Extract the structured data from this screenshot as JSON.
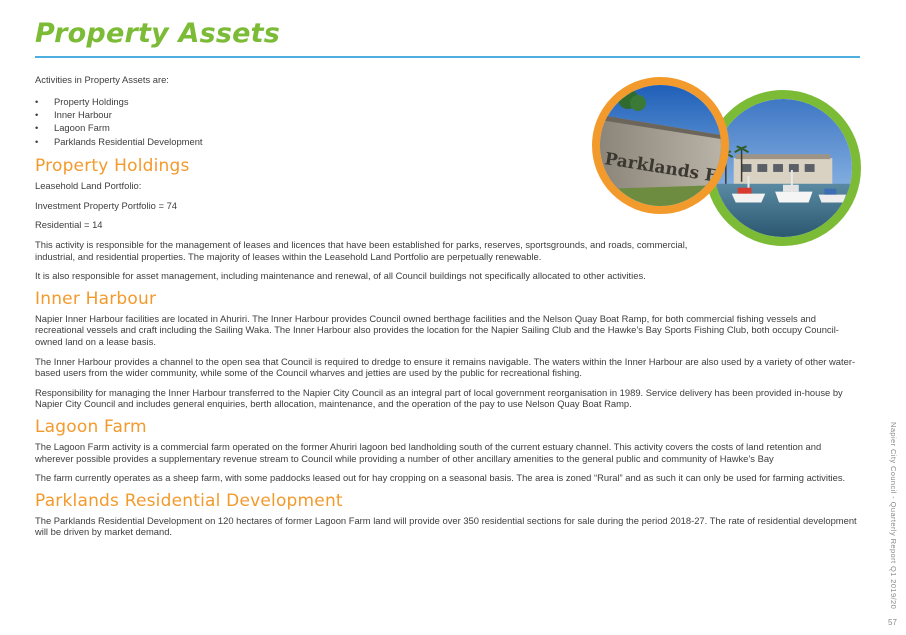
{
  "title": "Property Assets",
  "intro": "Activities in Property Assets are:",
  "activities": [
    "Property Holdings",
    "Inner Harbour",
    "Lagoon Farm",
    "Parklands Residential Development"
  ],
  "sections": {
    "property_holdings": {
      "heading": "Property Holdings",
      "lines": [
        "Leasehold Land Portfolio:",
        "Investment Property Portfolio = 74",
        "Residential = 14"
      ],
      "paragraphs": [
        "This activity is responsible for the management of leases and licences that have been established for parks, reserves, sportsgrounds, and roads, commercial, industrial, and residential properties. The majority of leases within the Leasehold Land Portfolio are perpetually renewable.",
        "It is also responsible for asset management, including maintenance and renewal, of all Council buildings not specifically allocated to other activities."
      ]
    },
    "inner_harbour": {
      "heading": "Inner Harbour",
      "paragraphs": [
        "Napier Inner Harbour facilities are located in Ahuriri. The Inner Harbour provides Council owned berthage facilities and the Nelson Quay Boat Ramp, for both commercial fishing vessels and recreational vessels and craft including the Sailing Waka. The Inner Harbour also provides the location for the Napier Sailing Club and the Hawke’s Bay Sports Fishing Club, both occupy Council-owned land on a lease basis.",
        "The Inner Harbour provides a channel to the open sea that Council is required to dredge to ensure it remains navigable. The waters within the Inner Harbour are also used by a variety of other water-based users from the wider community, while some of the Council wharves and jetties are used by the public for recreational fishing.",
        "Responsibility for managing the Inner Harbour transferred to the Napier City Council as an integral part of local government reorganisation in 1989. Service delivery has been provided in-house by Napier City Council and includes general enquiries, berth allocation, maintenance, and the operation of the pay to use Nelson Quay Boat Ramp."
      ]
    },
    "lagoon_farm": {
      "heading": "Lagoon Farm",
      "paragraphs": [
        "The Lagoon Farm activity is a commercial farm operated on the former Ahuriri lagoon bed landholding south of the current estuary channel. This activity covers the costs of land retention and wherever possible provides a supplementary revenue stream to Council while providing a number of other ancillary amenities to the general public and community of Hawke’s Bay",
        "The farm currently operates as a sheep farm, with some paddocks leased out for hay cropping on a seasonal basis. The area is zoned “Rural” and as such it can only be used for farming activities."
      ]
    },
    "parklands": {
      "heading": "Parklands Residential Development",
      "paragraphs": [
        "The Parklands Residential Development on 120 hectares of former Lagoon Farm land will provide over 350 residential sections for sale during the period 2018-27. The rate of residential development will be driven by market demand."
      ]
    }
  },
  "photos": {
    "sign_text": "Parklands Est",
    "sign_photo_border_color": "#f39a2c",
    "harbour_photo_border_color": "#7cbb36"
  },
  "footer": {
    "side_text": "Napier City Council - Quarterly Report Q1 2019/20",
    "page_number": "57"
  },
  "colors": {
    "title": "#7cbb36",
    "headings": "#f39a2c",
    "rule": "#4faee0"
  }
}
